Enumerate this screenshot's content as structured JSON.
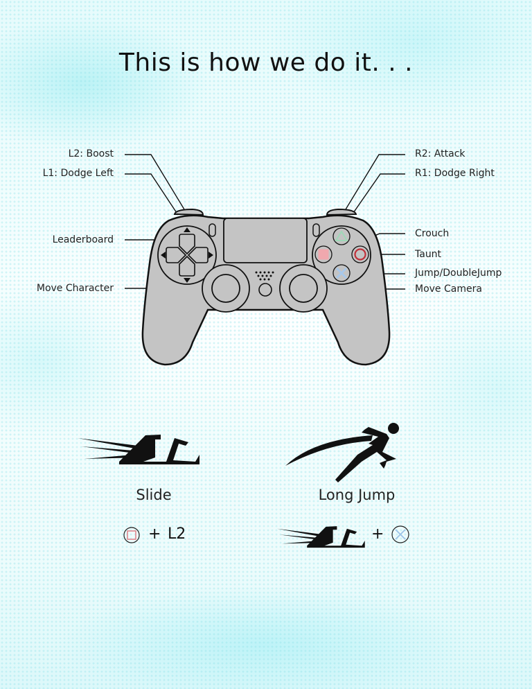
{
  "page": {
    "title": "This is how we do it. . ."
  },
  "controller": {
    "labels_left": {
      "l2": "L2: Boost",
      "l1": "L1: Dodge Left",
      "dpad": "Leaderboard",
      "left_stick": "Move Character"
    },
    "labels_right": {
      "r2": "R2: Attack",
      "r1": "R1: Dodge Right",
      "square": "Crouch",
      "circle": "Taunt",
      "cross": "Jump/DoubleJump",
      "right_stick": "Move Camera"
    },
    "colors": {
      "body": "#c4c4c4",
      "outline": "#111111",
      "triangle": "#9fd8b8",
      "square": "#f0a8ae",
      "circle": "#c0303a",
      "cross": "#a8c8ea"
    }
  },
  "moves": [
    {
      "name": "Slide",
      "icon": "slide-figure-icon",
      "combo": {
        "button_icon": "square-button-icon",
        "plus": "+",
        "key": "L2"
      }
    },
    {
      "name": "Long Jump",
      "icon": "long-jump-figure-icon",
      "combo": {
        "move_icon": "slide-figure-icon",
        "plus": "+",
        "button_icon": "cross-button-icon"
      }
    }
  ]
}
